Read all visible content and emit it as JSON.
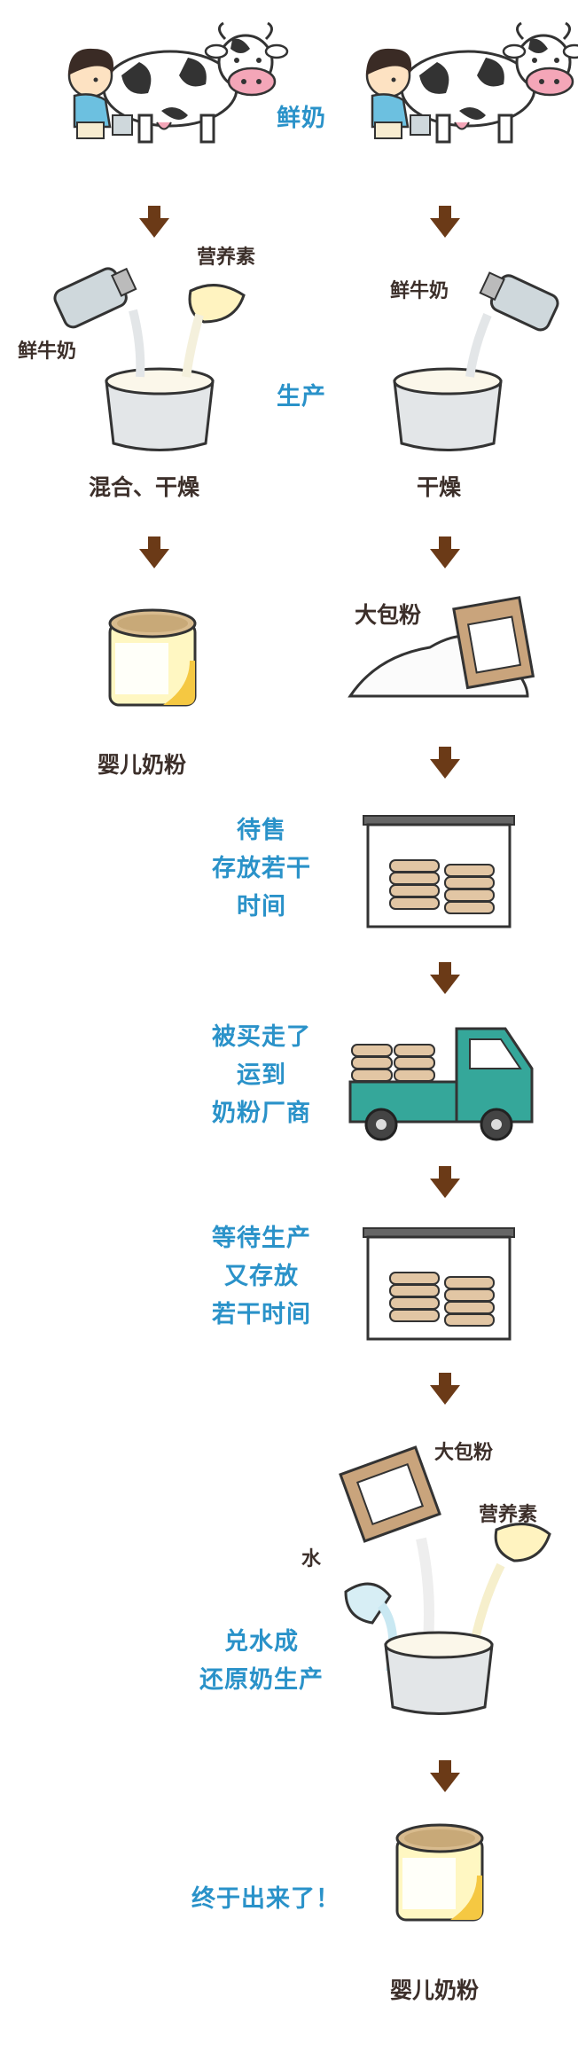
{
  "colors": {
    "label_blue": "#2a92c9",
    "arrow_brown": "#6b3a17",
    "text_dark": "#3c2f2a",
    "truck_teal": "#35a79a",
    "powder_cream": "#f6eec3"
  },
  "top": {
    "label": "鲜奶"
  },
  "step2": {
    "label": "生产",
    "left_ing1": "营养素",
    "left_ing2": "鲜牛奶",
    "left_caption": "混合、干燥",
    "right_ing": "鲜牛奶",
    "right_caption": "干燥"
  },
  "step3": {
    "left_caption": "婴儿奶粉",
    "right_label": "大包粉"
  },
  "step4": {
    "lines": [
      "待售",
      "存放若干",
      "时间"
    ]
  },
  "step5": {
    "lines": [
      "被买走了",
      "运到",
      "奶粉厂商"
    ]
  },
  "step6": {
    "lines": [
      "等待生产",
      "又存放",
      "若干时间"
    ]
  },
  "step7": {
    "bag_label": "大包粉",
    "nutrient_label": "营养素",
    "water_label": "水",
    "lines": [
      "兑水成",
      "还原奶生产"
    ]
  },
  "step8": {
    "label": "终于出来了！",
    "caption": "婴儿奶粉"
  }
}
